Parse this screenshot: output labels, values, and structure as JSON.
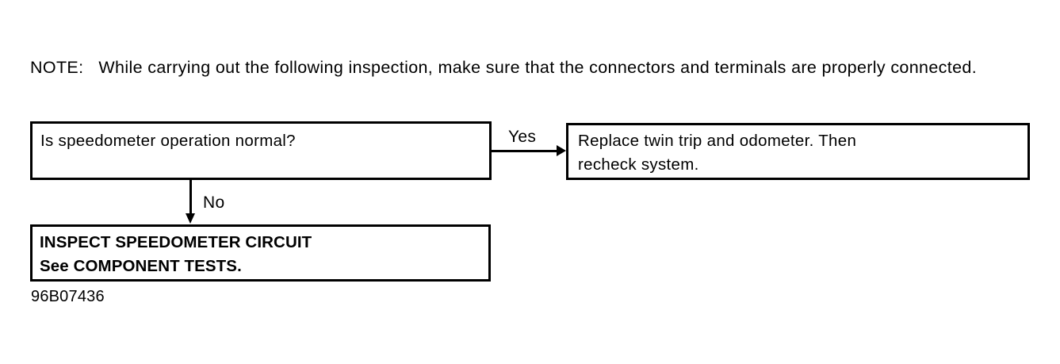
{
  "figure": {
    "note": {
      "label": "NOTE:",
      "text": "NOTE:   While carrying out the following inspection, make sure that the connectors and terminals are properly connected."
    },
    "boxes": [
      {
        "id": "question",
        "text": "Is speedometer operation normal?",
        "bold": false
      },
      {
        "id": "replace",
        "text": "Replace twin trip and odometer. Then\nrecheck system.",
        "bold": false
      },
      {
        "id": "inspect",
        "text": "INSPECT SPEEDOMETER CIRCUIT\nSee COMPONENT TESTS.",
        "bold": true
      }
    ],
    "branches": {
      "yes_label": "Yes",
      "no_label": "No"
    },
    "figure_id": "96B07436",
    "colors": {
      "ink": "#000000",
      "paper": "#ffffff"
    }
  }
}
